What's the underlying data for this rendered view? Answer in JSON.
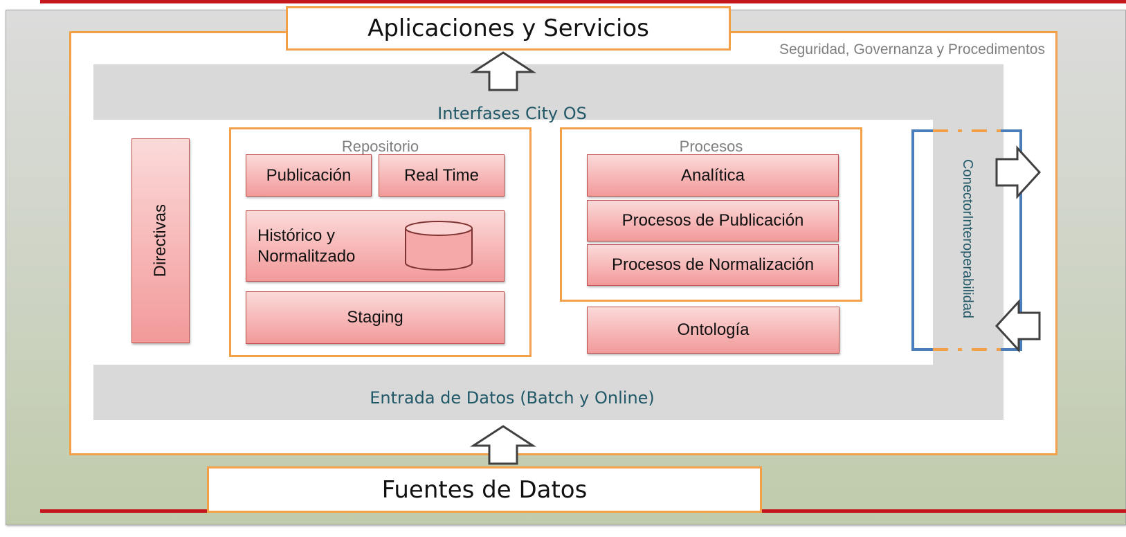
{
  "top_title": "Aplicaciones y Servicios",
  "bottom_title": "Fuentes de Datos",
  "outer_label": "Seguridad, Governanza y Procedimentos",
  "interfaces_label": "Interfases City OS",
  "entrada_label": "Entrada de Datos (Batch y Online)",
  "directivas": "Directivas",
  "repositorio": {
    "title": "Repositorio",
    "publicacion": "Publicación",
    "real_time": "Real Time",
    "historico_line1": "Histórico y",
    "historico_line2": "Normalitzado",
    "staging": "Staging"
  },
  "procesos": {
    "title": "Procesos",
    "analitica": "Analítica",
    "publicacion": "Procesos de Publicación",
    "normalizacion": "Procesos de Normalización"
  },
  "ontologia": "Ontología",
  "conector_line1": "Conector",
  "conector_line2": "Interoperabilidad",
  "colors": {
    "orange": "#f4a049",
    "red_line": "#c4161c",
    "blue": "#4a7ebb",
    "teal_text": "#215868",
    "pink_border": "#c0504d"
  }
}
